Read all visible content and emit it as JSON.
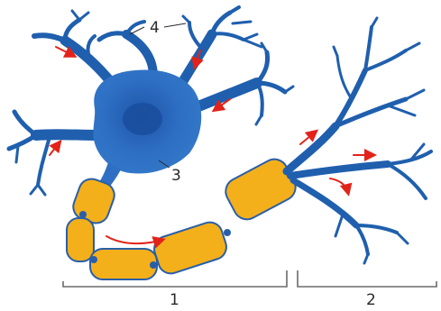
{
  "labels": {
    "axon_label": "1",
    "axon_terminal_label": "2",
    "cell_body_label": "3",
    "dendrite_label": "4"
  },
  "colors": {
    "neuron_blue": "#2e6fc4",
    "myelin_orange": "#f3b01b",
    "arrow_red": "#e2231a",
    "bracket_gray": "#6b6b6b"
  }
}
